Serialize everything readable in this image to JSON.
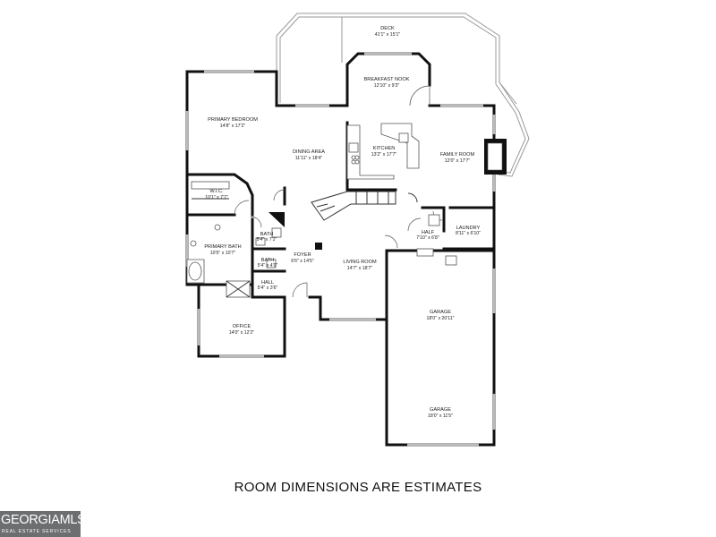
{
  "rooms": {
    "deck": {
      "name": "DECK",
      "dims": "41'1\" x 15'1\""
    },
    "breakfast_nook": {
      "name": "BREAKFAST NOOK",
      "dims": "12'10\" x 9'3\""
    },
    "primary_bedroom": {
      "name": "PRIMARY BEDROOM",
      "dims": "14'8\" x 17'2\""
    },
    "dining_area": {
      "name": "DINING AREA",
      "dims": "11'11\" x 18'4\""
    },
    "kitchen": {
      "name": "KITCHEN",
      "dims": "13'2\" x 17'7\""
    },
    "family_room": {
      "name": "FAMILY ROOM",
      "dims": "12'0\" x 17'7\""
    },
    "wic": {
      "name": "W.I.C.",
      "dims": "10'1\" x 7'7\""
    },
    "bath1": {
      "name": "BATH",
      "dims": "5'4\" x 7'2\""
    },
    "primary_bath": {
      "name": "PRIMARY BATH",
      "dims": "10'5\" x 10'7\""
    },
    "bath2": {
      "name": "BATH",
      "dims": "5'4\" x 4'9\""
    },
    "half": {
      "name": "HALF",
      "dims": "7'10\" x 6'8\""
    },
    "laundry": {
      "name": "LAUNDRY",
      "dims": "8'11\" x 6'10\""
    },
    "foyer": {
      "name": "FOYER",
      "dims": "6'6\" x 14'5\""
    },
    "living_room": {
      "name": "LIVING ROOM",
      "dims": "14'7\" x 18'7\""
    },
    "hall": {
      "name": "HALL",
      "dims": "5'4\" x 3'6\""
    },
    "office": {
      "name": "OFFICE",
      "dims": "14'0\" x 12'2\""
    },
    "garage1": {
      "name": "GARAGE",
      "dims": "18'0\" x 20'11\""
    },
    "garage2": {
      "name": "GARAGE",
      "dims": "18'0\" x 11'5\""
    }
  },
  "caption": "ROOM DIMENSIONS ARE ESTIMATES",
  "logo": {
    "main": "GEORGIAMLS",
    "sub": "REAL ESTATE SERVICES"
  }
}
